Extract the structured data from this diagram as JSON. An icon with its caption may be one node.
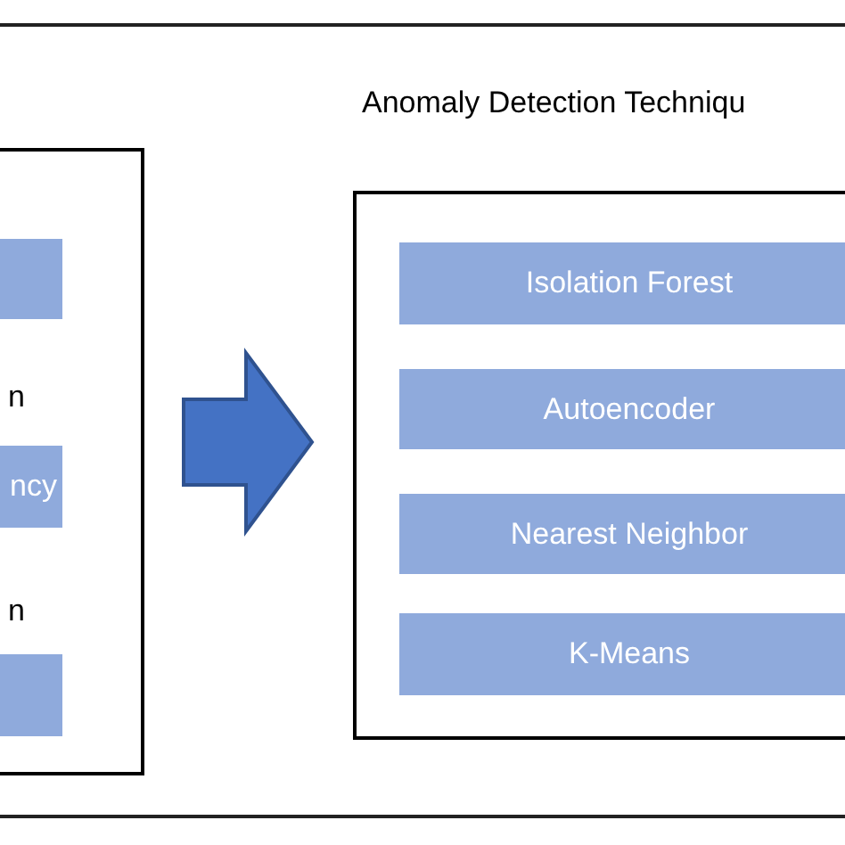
{
  "diagram": {
    "nodes": [
      {
        "text": [],
        "shape": "box"
      },
      {
        "text": [],
        "shape": "box",
        "in": 0
      },
      {
        "text": [
          "n",
          "ncy"
        ],
        "in": 0
      },
      {
        "text": [
          "n"
        ],
        "in": 0
      },
      {
        "text": [
          "Anomaly Detection Techniqu"
        ]
      },
      {
        "text": [
          "Isolation Forest"
        ],
        "in": 4
      },
      {
        "text": [
          "Autoencoder"
        ],
        "in": 4
      },
      {
        "text": [
          "Nearest Neighbor"
        ],
        "in": 4
      },
      {
        "text": [
          "K-Means"
        ],
        "in": 4
      }
    ],
    "edges": [
      {
        "from": 0,
        "to": 4,
        "arrow": "to",
        "style": "thick"
      }
    ]
  }
}
